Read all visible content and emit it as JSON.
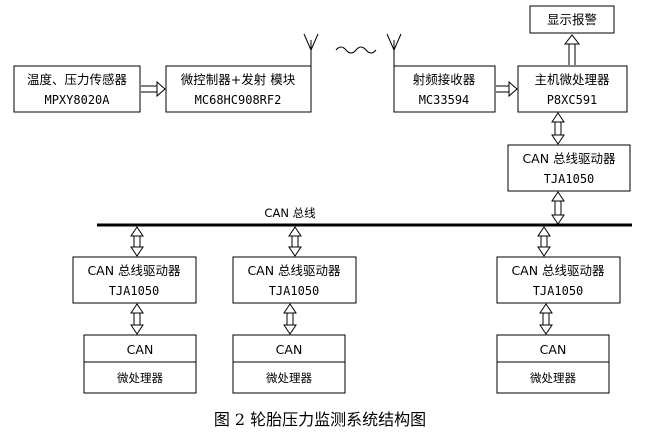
{
  "boxes": {
    "sensor": {
      "line1": "温度、压力传感器",
      "line2": "MPXY8020A"
    },
    "mcu_tx": {
      "line1": "微控制器+发射 模块",
      "line2": "MC68HC908RF2"
    },
    "receiver": {
      "line1": "射频接收器",
      "line2": "MC33594"
    },
    "main_mcu": {
      "line1": "主机微处理器",
      "line2": "P8XC591"
    },
    "alarm": {
      "line1": "显示报警"
    },
    "can_drv_main": {
      "line1": "CAN 总线驱动器",
      "line2": "TJA1050"
    },
    "can_drv_1": {
      "line1": "CAN 总线驱动器",
      "line2": "TJA1050"
    },
    "can_drv_2": {
      "line1": "CAN 总线驱动器",
      "line2": "TJA1050"
    },
    "can_drv_3": {
      "line1": "CAN 总线驱动器",
      "line2": "TJA1050"
    },
    "can_node_1": {
      "line1": "CAN",
      "line2": "微处理器"
    },
    "can_node_2": {
      "line1": "CAN",
      "line2": "微处理器"
    },
    "can_node_3": {
      "line1": "CAN",
      "line2": "微处理器"
    }
  },
  "bus": {
    "label": "CAN 总线"
  },
  "caption": "图 2  轮胎压力监测系统结构图"
}
